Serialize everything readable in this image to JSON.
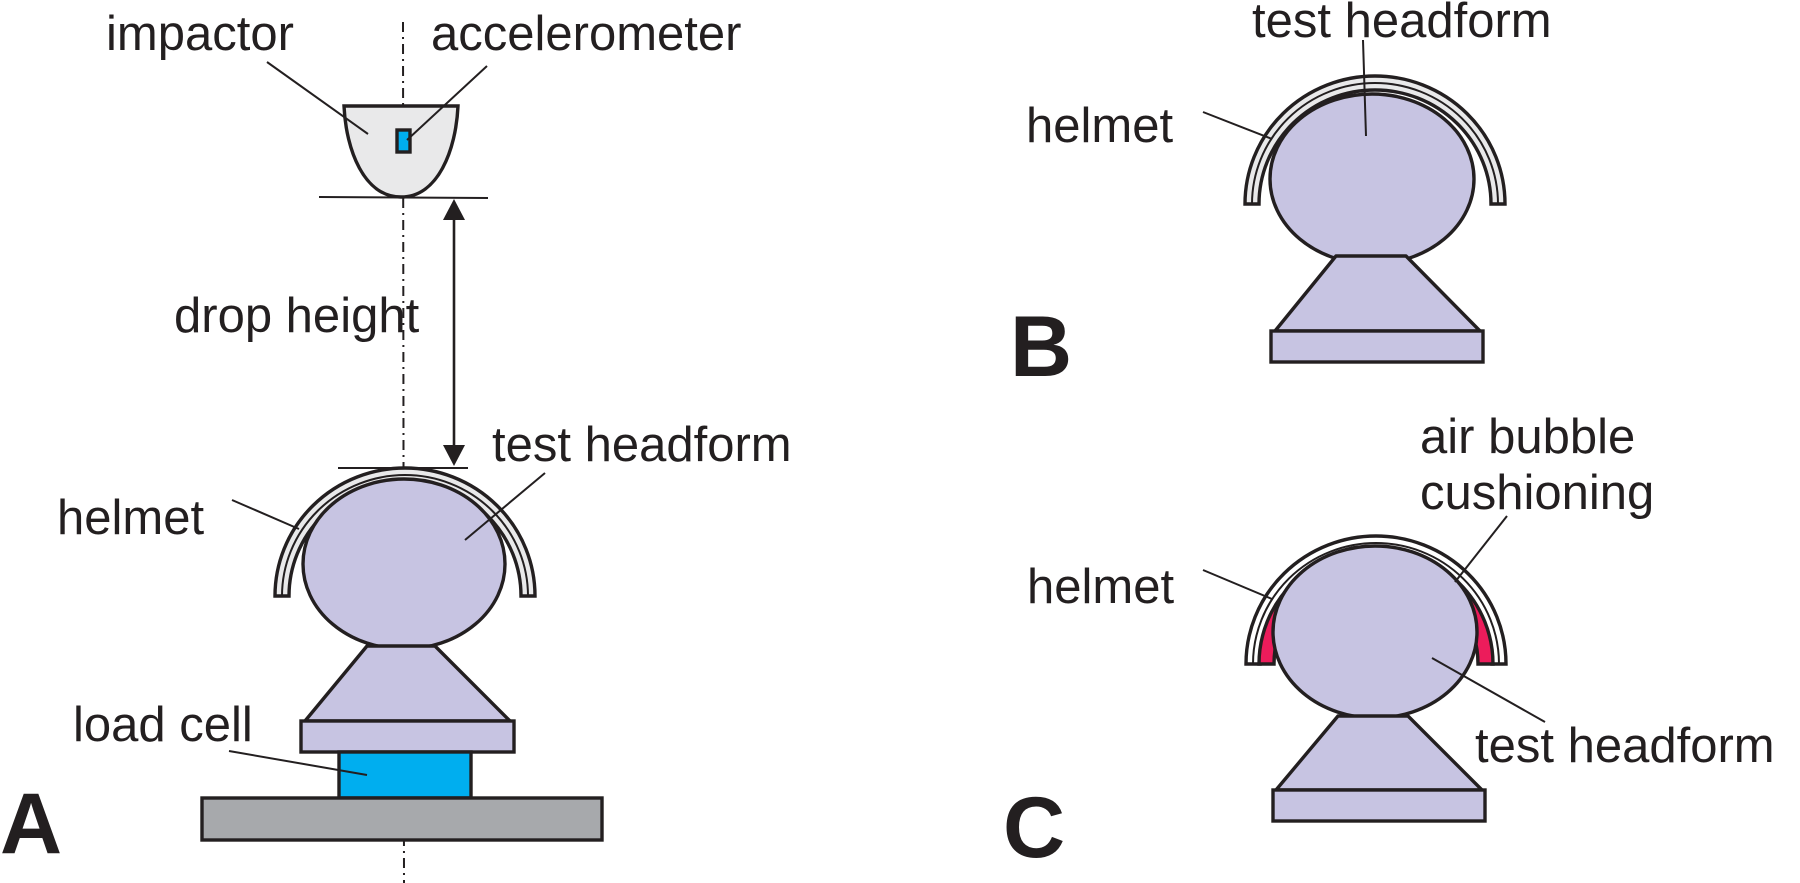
{
  "colors": {
    "head": "#c7c4e2",
    "helmet_shell": "#e9e9ea",
    "accelerometer": "#00aeef",
    "load_cell": "#00aeef",
    "base": "#a7a9ac",
    "air_bubble": "#ec1c5b",
    "outline": "#231f20"
  },
  "panel_a": {
    "letter": "A",
    "impactor_label": "impactor",
    "accelerometer_label": "accelerometer",
    "drop_height_label": "drop height",
    "test_headform_label": "test headform",
    "helmet_label": "helmet",
    "load_cell_label": "load cell"
  },
  "panel_b": {
    "letter": "B",
    "test_headform_label": "test headform",
    "helmet_label": "helmet"
  },
  "panel_c": {
    "letter": "C",
    "air_bubble_label_line1": "air bubble",
    "air_bubble_label_line2": "cushioning",
    "helmet_label": "helmet",
    "test_headform_label": "test headform"
  }
}
